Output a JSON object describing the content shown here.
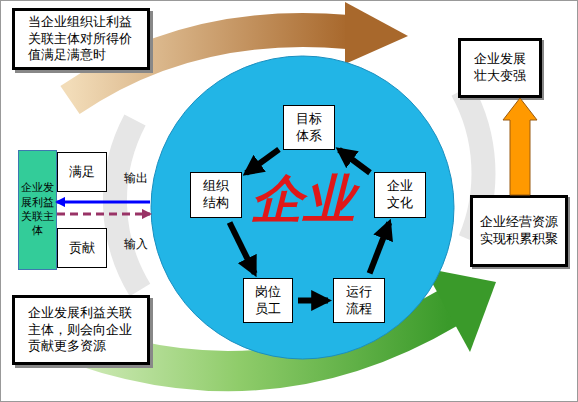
{
  "diagram": {
    "nodes": [
      {
        "text": [
          "当企业组织让利益关联主体对所得价值满足满意时"
        ]
      },
      {
        "text": [
          "企业发展壮大变强"
        ]
      },
      {
        "text": [
          "企业发展利益关联主体"
        ]
      },
      {
        "text": [
          "满足"
        ]
      },
      {
        "text": [
          "贡献"
        ]
      },
      {
        "text": [
          "企业"
        ]
      },
      {
        "text": [
          "目标体系"
        ],
        "in": 5
      },
      {
        "text": [
          "组织结构"
        ],
        "in": 5
      },
      {
        "text": [
          "企业文化"
        ],
        "in": 5
      },
      {
        "text": [
          "岗位员工"
        ],
        "in": 5
      },
      {
        "text": [
          "运行流程"
        ],
        "in": 5
      },
      {
        "text": [
          "企业经营资源实现积累积聚"
        ]
      },
      {
        "text": [
          "企业发展利益关联主体，则会向企业贡献更多资源"
        ]
      }
    ],
    "edges": [
      {
        "from": 6,
        "to": 7,
        "arrow": "to"
      },
      {
        "from": 7,
        "to": 9,
        "arrow": "to"
      },
      {
        "from": 9,
        "to": 10,
        "arrow": "to"
      },
      {
        "from": 10,
        "to": 8,
        "arrow": "to"
      },
      {
        "from": 8,
        "to": 6,
        "arrow": "to"
      },
      {
        "from": 11,
        "to": 1,
        "arrow": "to"
      },
      {
        "from": 5,
        "to": 2,
        "label": "输出",
        "arrow": "to"
      },
      {
        "from": 2,
        "to": 5,
        "label": "输入",
        "arrow": "to"
      }
    ]
  }
}
